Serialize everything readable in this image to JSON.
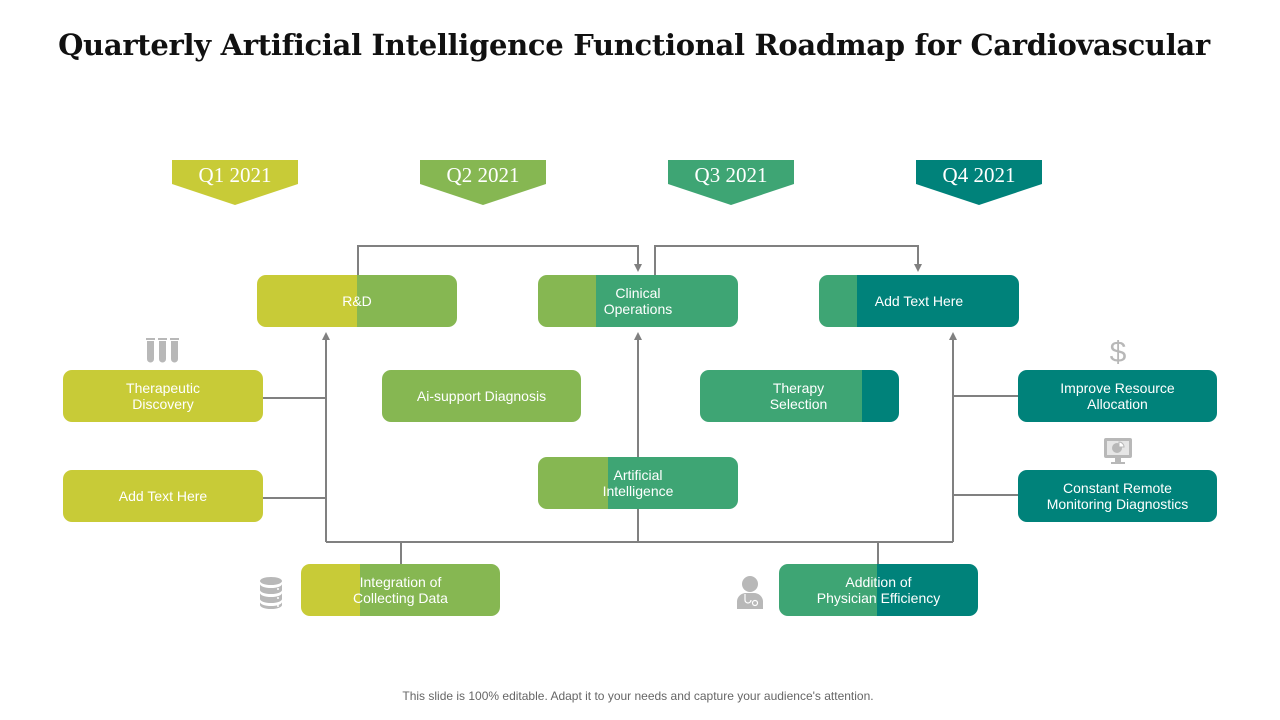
{
  "title": "Quarterly Artificial Intelligence Functional Roadmap for Cardiovascular",
  "colors": {
    "lime": "#c8cb37",
    "green": "#86b752",
    "sea_green": "#3ea574",
    "teal": "#00827a",
    "connector": "#808080",
    "icon_gray": "#b8b8b8"
  },
  "quarters": [
    {
      "label": "Q1 2021"
    },
    {
      "label": "Q2 2021"
    },
    {
      "label": "Q3 2021"
    },
    {
      "label": "Q4 2021"
    }
  ],
  "boxes": {
    "rnd": {
      "label": "R&D"
    },
    "clinical_operations": {
      "label": "Clinical\nOperations"
    },
    "q4_top": {
      "label": "Add Text Here"
    },
    "therapeutic_discovery": {
      "label": "Therapeutic\nDiscovery"
    },
    "left_add_text": {
      "label": "Add Text Here"
    },
    "ai_support_diagnosis": {
      "label": "Ai-support Diagnosis"
    },
    "therapy_selection": {
      "label": "Therapy\nSelection"
    },
    "artificial_intelligence": {
      "label": "Artificial\nIntelligence"
    },
    "improve_resource_allocation": {
      "label": "Improve Resource\nAllocation"
    },
    "constant_remote_monitoring": {
      "label": "Constant Remote\nMonitoring Diagnostics"
    },
    "integration_collecting_data": {
      "label": "Integration of\nCollecting Data"
    },
    "physician_efficiency": {
      "label": "Addition of\nPhysician Efficiency"
    }
  },
  "icons": {
    "test_tubes": "test-tubes-icon",
    "dollar": "dollar-icon",
    "monitor_chart": "monitor-chart-icon",
    "database": "database-icon",
    "doctor": "doctor-icon"
  },
  "footer": "This slide is 100% editable. Adapt it to your needs and capture your audience's attention."
}
